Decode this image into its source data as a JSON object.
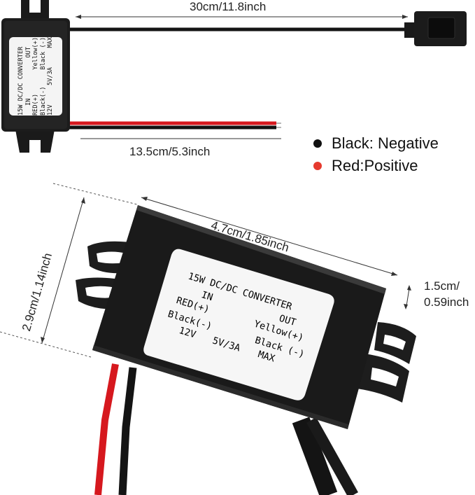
{
  "dimensions": {
    "output_cable_length": "30cm/11.8inch",
    "input_cable_length": "13.5cm/5.3inch",
    "module_length": "4.7cm/1.85inch",
    "module_width": "2.9cm/1.14inch",
    "module_height_line1": "1.5cm/",
    "module_height_line2": "0.59inch"
  },
  "legend": {
    "black_label": "Black: Negative",
    "red_label": "Red:Positive",
    "black_color": "#111111",
    "red_color": "#e63a2e"
  },
  "product_label": {
    "title": "15W DC/DC CONVERTER",
    "in": "IN",
    "out": "OUT",
    "red_in": "RED(+)",
    "black_in": "Black(-)",
    "yellow_out": "Yellow(+)",
    "black_out": "Black (-)",
    "input_voltage": "12V",
    "output_rating": "5V/3A",
    "max": "MAX"
  },
  "product_label_small": {
    "title": "15W DC/DC CONVERTER",
    "in": "IN",
    "out": "OUT",
    "red_in": "RED(+)",
    "black_in": "Black(-)",
    "yellow_out": "Yellow(+)",
    "black_out": "Black (-)",
    "input_voltage": "12V",
    "output_rating": "5V/3A",
    "max": "MAX"
  }
}
